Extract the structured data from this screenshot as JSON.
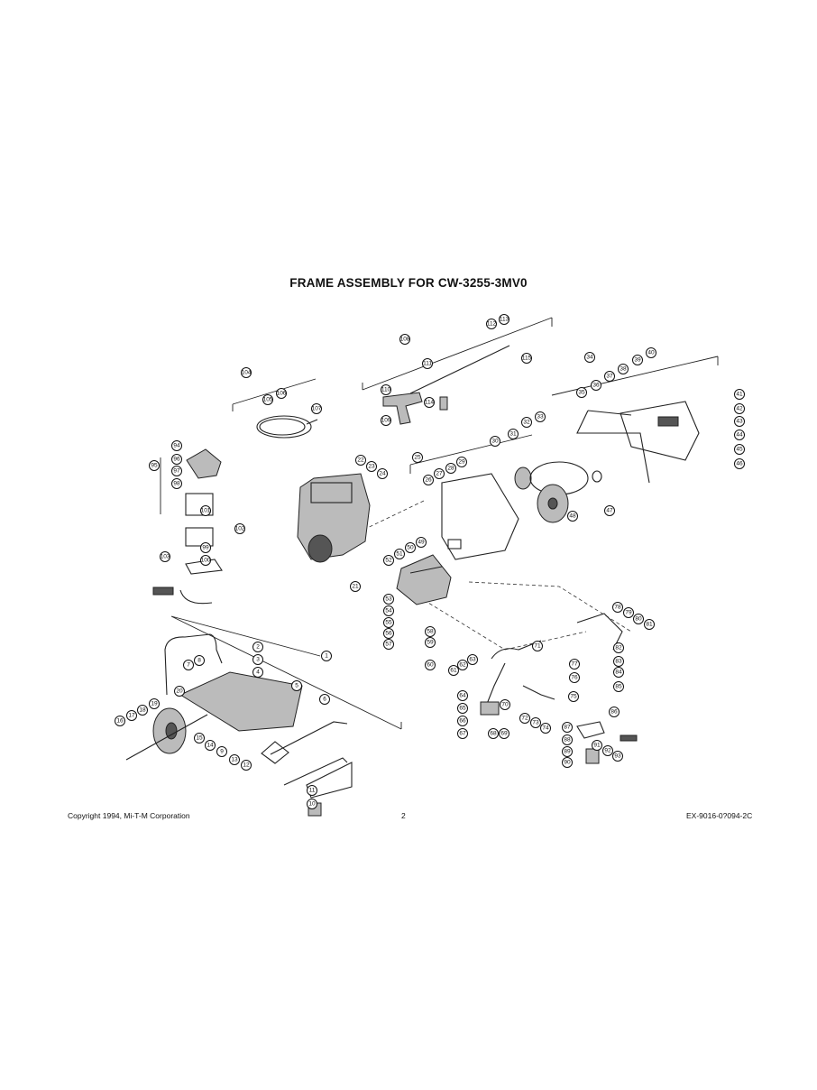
{
  "document": {
    "title": "FRAME ASSEMBLY FOR CW-3255-3MV0",
    "copyright": "Copyright 1994, Mi-T-M Corporation",
    "page_number": "2",
    "doc_code": "EX-9016-0?094-2C"
  },
  "callouts": [
    "1",
    "2",
    "3",
    "4",
    "5",
    "6",
    "7",
    "8",
    "9",
    "10",
    "11",
    "12",
    "13",
    "14",
    "15",
    "16",
    "17",
    "18",
    "19",
    "20",
    "21",
    "22",
    "23",
    "24",
    "25",
    "26",
    "27",
    "28",
    "29",
    "30",
    "31",
    "32",
    "33",
    "34",
    "35",
    "36",
    "37",
    "38",
    "39",
    "40",
    "41",
    "42",
    "43",
    "44",
    "45",
    "46",
    "47",
    "48",
    "49",
    "50",
    "51",
    "52",
    "53",
    "54",
    "55",
    "56",
    "57",
    "58",
    "59",
    "60",
    "61",
    "62",
    "63",
    "64",
    "65",
    "66",
    "67",
    "68",
    "69",
    "70",
    "71",
    "72",
    "73",
    "74",
    "75",
    "76",
    "77",
    "78",
    "79",
    "80",
    "81",
    "82",
    "83",
    "84",
    "85",
    "86",
    "87",
    "88",
    "89",
    "90",
    "91",
    "92",
    "93",
    "94",
    "95",
    "96",
    "97",
    "98",
    "99",
    "100",
    "101",
    "102",
    "103",
    "104",
    "105",
    "106",
    "107",
    "108",
    "109",
    "110",
    "111",
    "112",
    "113",
    "114",
    "115"
  ]
}
